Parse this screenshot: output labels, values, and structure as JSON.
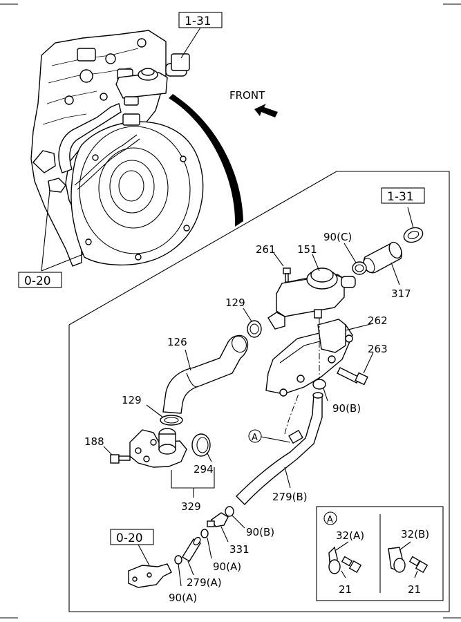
{
  "direction": {
    "label": "FRONT"
  },
  "refs": {
    "top": "1-31",
    "right": "1-31",
    "left": "0-20",
    "bottom": "0-20"
  },
  "parts": {
    "p261": "261",
    "p151": "151",
    "p90c": "90(C)",
    "p317": "317",
    "p129a": "129",
    "p262": "262",
    "p126": "126",
    "p263": "263",
    "p90b_top": "90(B)",
    "p129b": "129",
    "p188": "188",
    "p294": "294",
    "p329": "329",
    "p279b": "279(B)",
    "p90b_bot": "90(B)",
    "p331": "331",
    "p90a_mid": "90(A)",
    "p279a": "279(A)",
    "p90a_bot": "90(A)"
  },
  "callout": {
    "marker": "A"
  },
  "detail": {
    "marker": "A",
    "left": {
      "clip": "32(A)",
      "bolt": "21"
    },
    "right": {
      "clip": "32(B)",
      "bolt": "21"
    }
  }
}
